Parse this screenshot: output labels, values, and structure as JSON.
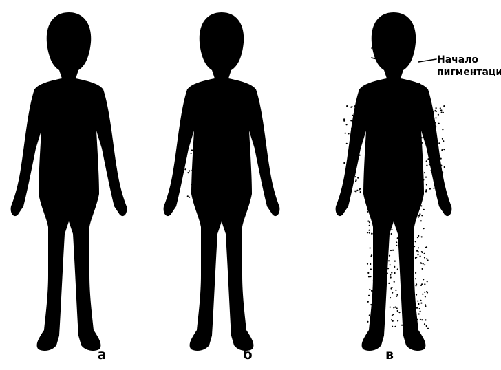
{
  "panels": [
    {
      "id": "a",
      "label": "а"
    },
    {
      "id": "b",
      "label": "б"
    },
    {
      "id": "c",
      "label": "в"
    }
  ],
  "callout": {
    "line1": "Начало",
    "line2": "пигментации"
  }
}
